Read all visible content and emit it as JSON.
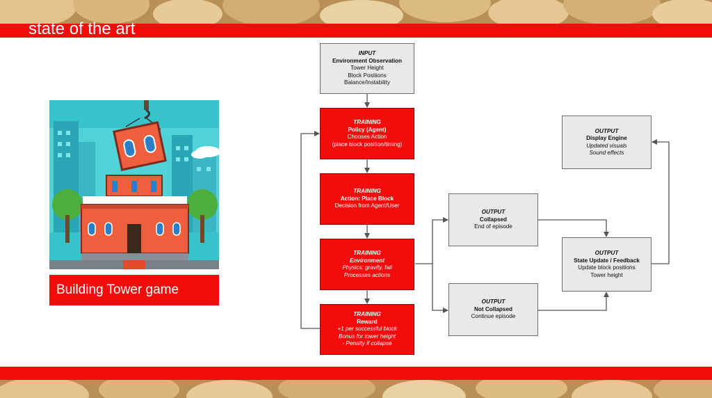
{
  "slide": {
    "title": "state of the art"
  },
  "illustration": {
    "caption": "Building Tower game"
  },
  "colors": {
    "accent": "#f40b0b",
    "node_gray": "#e9e9e9",
    "edge": "#555555"
  },
  "diagram": {
    "nodes": {
      "input": {
        "tag": "INPUT",
        "title": "Environment Observation",
        "lines": [
          "Tower Height",
          "Block Positions",
          "Balance/Instability"
        ]
      },
      "policy": {
        "tag": "TRAINING",
        "title": "Policy (Agent)",
        "lines": [
          "Chooses Action",
          "(place block position/timing)"
        ]
      },
      "action": {
        "tag": "TRAINING",
        "title": "Action: Place Block",
        "lines": [
          "Decision from Agent/User"
        ]
      },
      "environment": {
        "tag": "TRAINING",
        "title": "Environment",
        "lines": [
          "Physics: gravity, fall",
          "Processes actions"
        ]
      },
      "reward": {
        "tag": "TRAINING",
        "title": "Reward",
        "lines": [
          "+1 per successful block",
          "Bonus for tower height",
          "- Penalty if collapse"
        ]
      },
      "collapsed": {
        "tag": "OUTPUT",
        "title": "Collapsed",
        "lines": [
          "End of episode"
        ]
      },
      "not_collapsed": {
        "tag": "OUTPUT",
        "title": "Not Collapsed",
        "lines": [
          "Continue episode"
        ]
      },
      "state_update": {
        "tag": "OUTPUT",
        "title": "State Update / Feedback",
        "lines": [
          "Update block positions",
          "Tower height"
        ]
      },
      "display": {
        "tag": "OUTPUT",
        "title": "Display Engine",
        "lines": [
          "Updated visuals",
          "Sound effects"
        ]
      }
    }
  }
}
